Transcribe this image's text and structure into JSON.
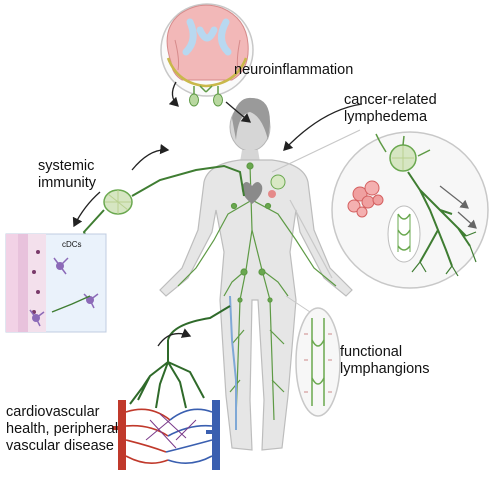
{
  "labels": {
    "neuroinflammation": "neuroinflammation",
    "cancer_lymphedema": "cancer-related\nlymphedema",
    "systemic_immunity": "systemic\nimmunity",
    "functional_lymphangions": "functional\nlymphangions",
    "cardiovascular": "cardiovascular\nhealth, peripheral\nvascular disease",
    "cdcs": "cDCs"
  },
  "colors": {
    "lymph_green": "#3f7d32",
    "lymph_light": "#8fbf6a",
    "artery_red": "#c0392b",
    "vein_blue": "#3a5fb0",
    "body_gray": "#e4e4e4",
    "brain_pink": "#f2b8b8"
  }
}
